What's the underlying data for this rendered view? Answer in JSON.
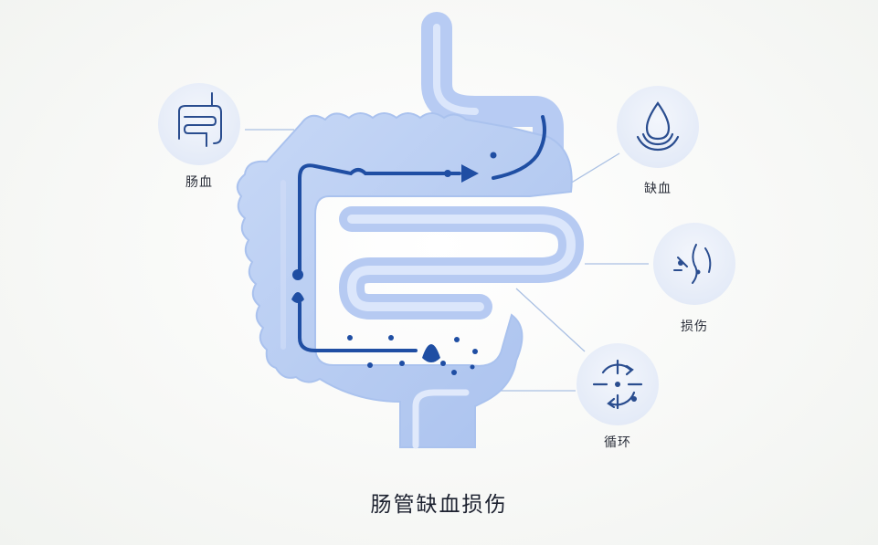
{
  "labels": {
    "intestinal_blood": "肠血",
    "ischemia": "缺血",
    "injury": "损伤",
    "circulation": "循环"
  },
  "title": "肠管缺血损伤",
  "colors": {
    "intestine_fill": "#b9cdf2",
    "intestine_light": "#dbe6fb",
    "flow_line": "#1f4ea3",
    "icon_circle": "#e8eef8",
    "icon_stroke": "#2a4d8f",
    "connector": "#aac0e3"
  }
}
